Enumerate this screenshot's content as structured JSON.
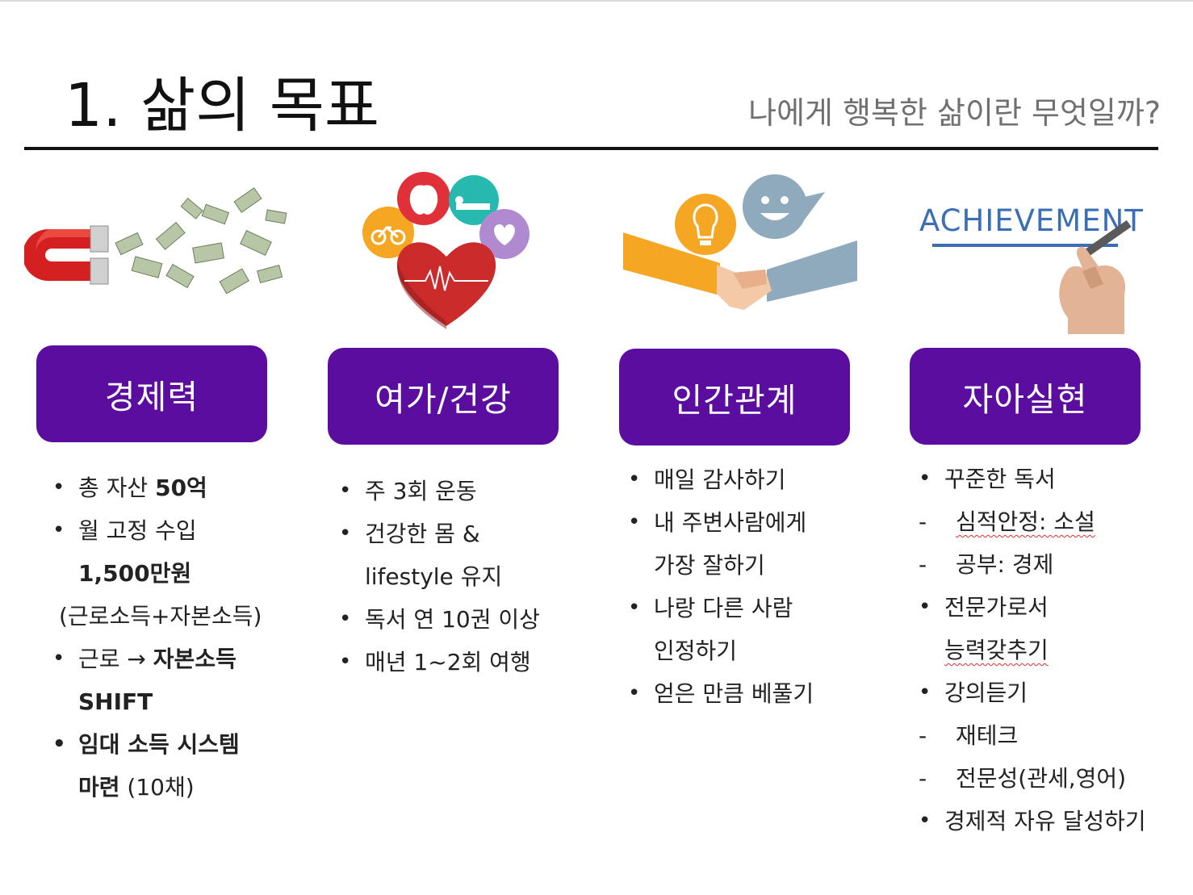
{
  "header": {
    "title": "1. 삶의 목표",
    "subtitle": "나에게 행복한 삶이란 무엇일까?"
  },
  "colors": {
    "category_bg": "#5b0da0",
    "title_rule": "#111111",
    "subtitle": "#707070"
  },
  "illustrations": {
    "economy": "magnet-money-icon",
    "leisure": "heart-health-icon",
    "relations": "handshake-icon",
    "achievement": "achievement-writing-hand-icon",
    "achievement_text": "ACHIEVEMENT"
  },
  "categories": [
    {
      "label": "경제력",
      "items": [
        {
          "parts": [
            "총 자산 ",
            "50억"
          ]
        },
        {
          "text": "월 고정 수입"
        },
        {
          "text": "1,500만원"
        },
        {
          "text": "(근로소득+자본소득)"
        },
        {
          "parts": [
            "근로 → ",
            "자본소득"
          ]
        },
        {
          "text": "SHIFT"
        },
        {
          "text": "임대 소득 시스템"
        },
        {
          "parts": [
            "마련",
            " (10채)"
          ]
        }
      ]
    },
    {
      "label": "여가/건강",
      "items": [
        {
          "text": "주 3회 운동"
        },
        {
          "text": "건강한 몸 &"
        },
        {
          "text": "lifestyle 유지"
        },
        {
          "text": "독서 연 10권 이상"
        },
        {
          "text": "매년 1~2회 여행"
        }
      ]
    },
    {
      "label": "인간관계",
      "items": [
        {
          "text": "매일 감사하기"
        },
        {
          "text": "내 주변사람에게"
        },
        {
          "text": "가장 잘하기"
        },
        {
          "text": "나랑 다른 사람"
        },
        {
          "text": "인정하기"
        },
        {
          "text": "얻은 만큼 베풀기"
        }
      ]
    },
    {
      "label": "자아실현",
      "items": [
        {
          "text": "꾸준한 독서"
        },
        {
          "text": "심적안정: 소설"
        },
        {
          "text": "공부: 경제"
        },
        {
          "text": "전문가로서"
        },
        {
          "text": "능력갖추기"
        },
        {
          "text": "강의듣기"
        },
        {
          "text": "재테크"
        },
        {
          "text": "전문성(관세,영어)"
        },
        {
          "text": "경제적 자유 달성하기"
        }
      ]
    }
  ]
}
